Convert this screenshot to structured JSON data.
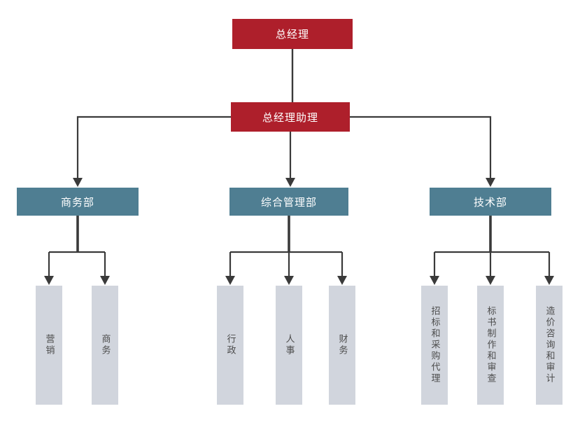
{
  "colors": {
    "primary": "#AE1F2B",
    "secondary": "#4F7E92",
    "tertiary": "#D1D5DD",
    "line": "#3A3A3A",
    "box_text_light": "#FFFFFF",
    "box_text_dark": "#4D4D4D",
    "background": "#FFFFFF"
  },
  "org_chart": {
    "type": "organization-chart",
    "root": {
      "label": "总经理"
    },
    "assistant": {
      "label": "总经理助理"
    },
    "departments": [
      {
        "label": "商务部",
        "teams": [
          "营销",
          "商务"
        ]
      },
      {
        "label": "综合管理部",
        "teams": [
          "行政",
          "人事",
          "财务"
        ]
      },
      {
        "label": "技术部",
        "teams": [
          "招标和采购代理",
          "标书制作和审查",
          "造价咨询和审计"
        ]
      }
    ]
  }
}
